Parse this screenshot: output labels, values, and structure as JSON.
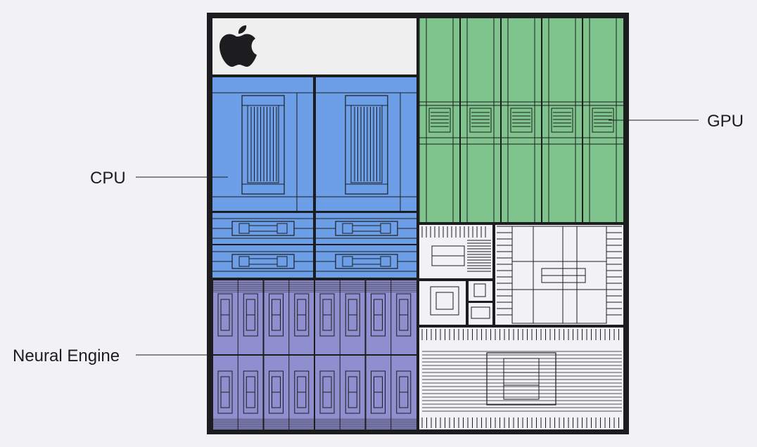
{
  "labels": {
    "cpu": "CPU",
    "gpu": "GPU",
    "neural_engine": "Neural Engine"
  },
  "logo": {
    "icon": "apple-logo-icon"
  },
  "colors": {
    "background": "#f2f2f4",
    "chip_border": "#1d1d1f",
    "cpu": "#6d9ee8",
    "gpu": "#7ec48c",
    "neural_engine": "#8f8fcf",
    "other_blocks": "#f2f2f4",
    "logo_panel": "#efefef"
  }
}
